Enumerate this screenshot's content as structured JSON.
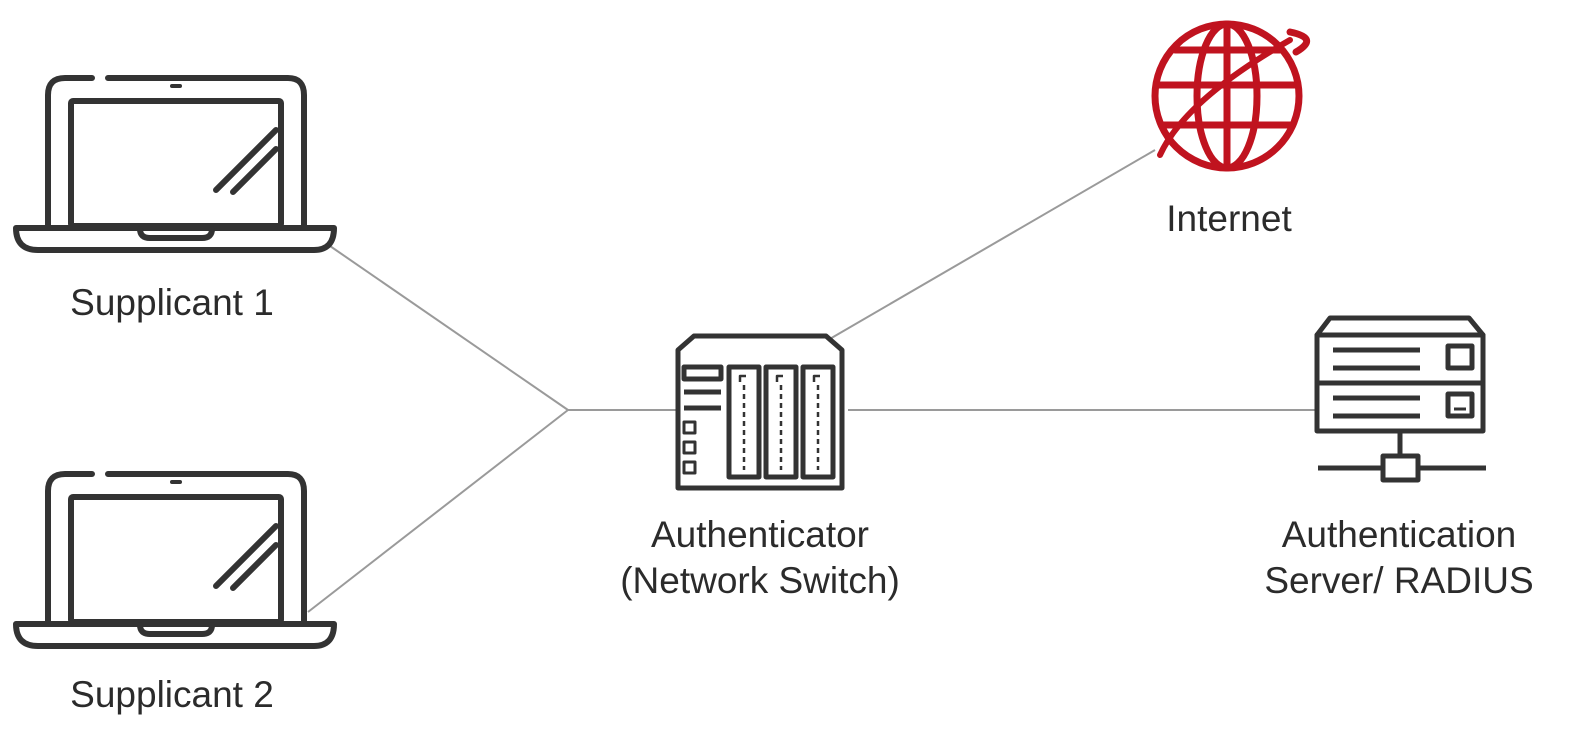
{
  "nodes": {
    "supplicant_1": {
      "label": "Supplicant 1",
      "icon": "laptop-icon"
    },
    "supplicant_2": {
      "label": "Supplicant 2",
      "icon": "laptop-icon"
    },
    "authenticator": {
      "label_line1": "Authenticator",
      "label_line2": "(Network Switch)",
      "icon": "network-switch-icon"
    },
    "internet": {
      "label": "Internet",
      "icon": "globe-icon"
    },
    "auth_server": {
      "label_line1": "Authentication",
      "label_line2": "Server/ RADIUS",
      "icon": "server-icon"
    }
  },
  "colors": {
    "line": "#9a9a9a",
    "icon": "#333333",
    "globe": "#c0131f",
    "text": "#2b2b2b"
  }
}
